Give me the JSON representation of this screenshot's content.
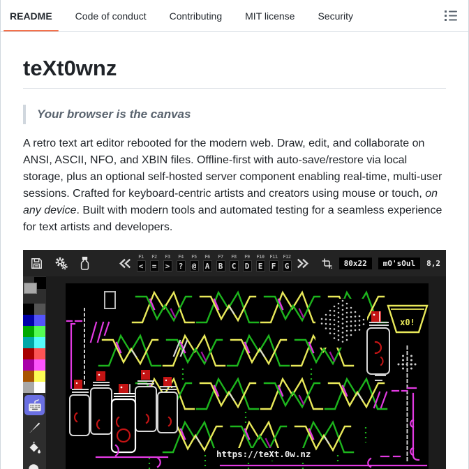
{
  "header": {
    "tabs": [
      "README",
      "Code of conduct",
      "Contributing",
      "MIT license",
      "Security"
    ],
    "active_tab": "README",
    "underline_color": "#f4714b"
  },
  "article": {
    "title": "teXt0wnz",
    "quote": "Your browser is the canvas",
    "description": {
      "part1": "A retro text art editor rebooted for the modern web. Draw, edit, and collaborate on ANSI, ASCII, NFO, and XBIN files. Offline-first with auto-save/restore via local storage, plus an optional self-hosted server component enabling real-time, multi-user sessions. Crafted for keyboard-centric artists and creators using mouse or touch, ",
      "emphasis": "on any device",
      "part2": ". Built with modern tools and automated testing for a seamless experience for text artists and developers."
    }
  },
  "app": {
    "toolbar": {
      "left_icons": [
        "save",
        "settings",
        "ink-bottle"
      ],
      "fkeys": [
        {
          "key": "F1",
          "char": "<"
        },
        {
          "key": "F2",
          "char": "="
        },
        {
          "key": "F3",
          "char": ">"
        },
        {
          "key": "F4",
          "char": "?"
        },
        {
          "key": "F5",
          "char": "@"
        },
        {
          "key": "F6",
          "char": "A"
        },
        {
          "key": "F7",
          "char": "B"
        },
        {
          "key": "F8",
          "char": "C"
        },
        {
          "key": "F9",
          "char": "D"
        },
        {
          "key": "F10",
          "char": "E"
        },
        {
          "key": "F11",
          "char": "F"
        },
        {
          "key": "F12",
          "char": "G"
        }
      ],
      "canvas_size": "80x22",
      "font_name": "mO'sOul",
      "cursor_position": "8,2"
    },
    "sidebar": {
      "foreground_color": "#a8a8a8",
      "background_color": "#000000",
      "palette": [
        "#000000",
        "#545454",
        "#0000a8",
        "#5454fc",
        "#00a800",
        "#54fc54",
        "#00a8a8",
        "#54fcfc",
        "#a80000",
        "#fc5454",
        "#a800a8",
        "#fc54fc",
        "#a85400",
        "#fcfc54",
        "#a8a8a8",
        "#ffffff"
      ],
      "tools": [
        "keyboard",
        "brush",
        "fill",
        "shapes"
      ],
      "selected_tool": "keyboard",
      "selected_tool_color": "#6a6fe2"
    },
    "canvas": {
      "url_text": "https://teXt.0w.nz",
      "logo_text": "x0!",
      "art_colors": {
        "green": "#1db51d",
        "yellow": "#e9e95a",
        "magenta": "#e23ae2",
        "red": "#c41414",
        "white": "#d8d8d8"
      }
    }
  }
}
